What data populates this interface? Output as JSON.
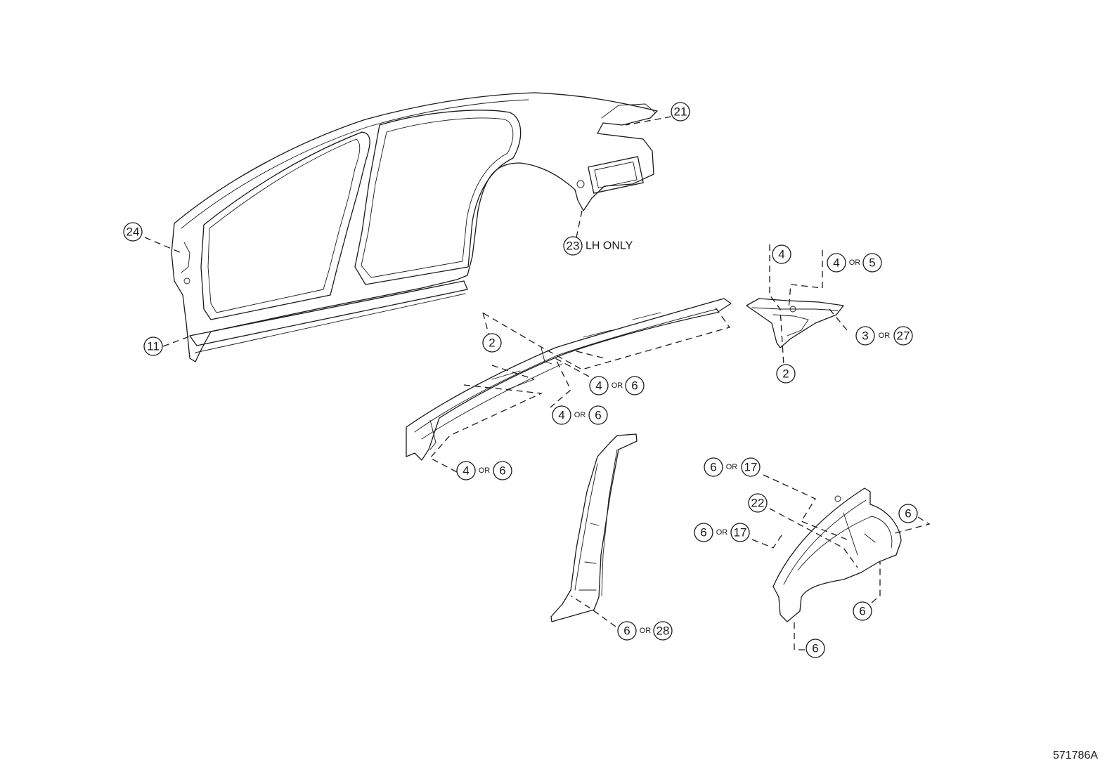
{
  "callouts": {
    "c21": "21",
    "c24": "24",
    "c23": "23",
    "c23_note": "LH ONLY",
    "c11": "11",
    "c2a": "2",
    "c4a": "4",
    "c4b": "4",
    "c5": "5",
    "c3": "3",
    "c27": "27",
    "c2b": "2",
    "c4c": "4",
    "c6c": "6",
    "c4d": "4",
    "c6d": "6",
    "c4e": "4",
    "c6e": "6",
    "c6f": "6",
    "c17a": "17",
    "c22": "22",
    "c6g": "6",
    "c17b": "17",
    "c6h": "6",
    "c6i": "6",
    "c6j": "6",
    "c6k": "6",
    "c28": "28"
  },
  "or_label": "OR",
  "figure_id": "571786A"
}
